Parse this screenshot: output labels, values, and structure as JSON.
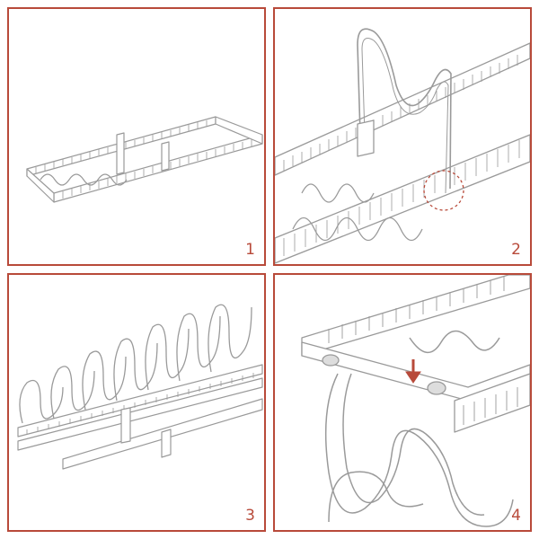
{
  "steps": [
    {
      "number": "1",
      "icon": "expandable-rack-icon"
    },
    {
      "number": "2",
      "icon": "wave-divider-insert-icon"
    },
    {
      "number": "3",
      "icon": "assembled-rack-icon"
    },
    {
      "number": "4",
      "icon": "clip-detail-icon"
    }
  ],
  "colors": {
    "accent": "#b84a3a",
    "wire": "#9a9a9a",
    "fill": "#ffffff"
  }
}
